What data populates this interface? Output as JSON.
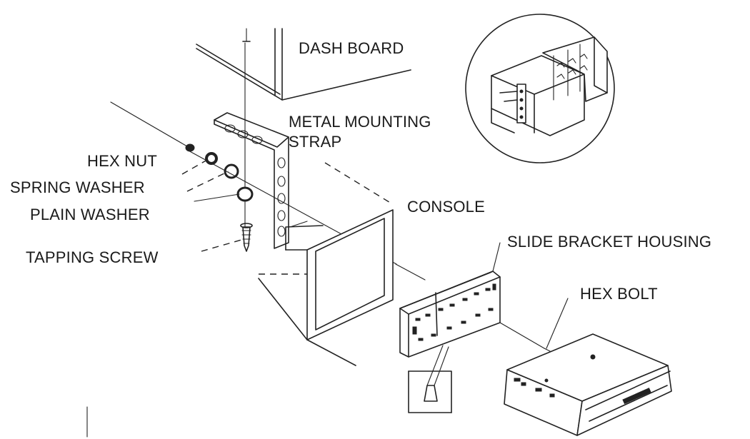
{
  "labels": {
    "dash_board": "DASH BOARD",
    "metal_mounting_strap_line1": "METAL MOUNTING",
    "metal_mounting_strap_line2": "STRAP",
    "hex_nut": "HEX NUT",
    "spring_washer": "SPRING WASHER",
    "plain_washer": "PLAIN WASHER",
    "tapping_screw": "TAPPING SCREW",
    "console": "CONSOLE",
    "slide_bracket_housing": "SLIDE BRACKET HOUSING",
    "hex_bolt": "HEX BOLT"
  }
}
